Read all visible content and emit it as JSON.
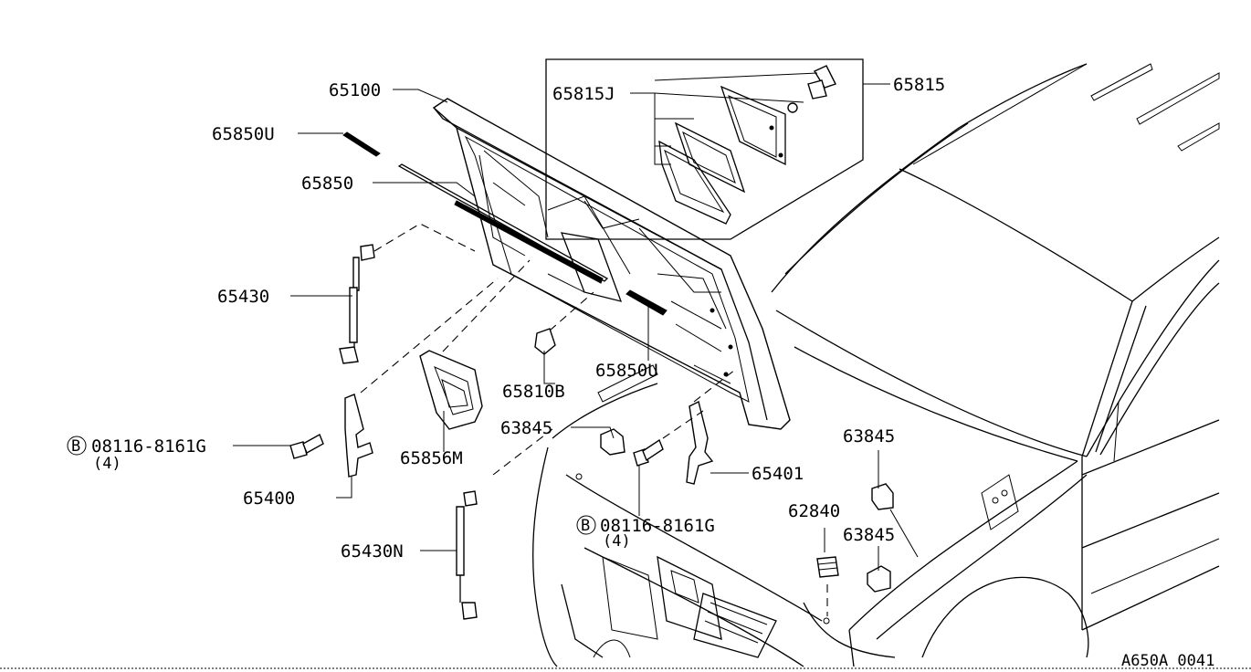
{
  "labels": {
    "p65100": "65100",
    "p65850u_top": "65850U",
    "p65850": "65850",
    "p65430": "65430",
    "p65815j": "65815J",
    "p65815": "65815",
    "p65810b": "65810B",
    "p65850u_mid": "65850U",
    "p63845_a": "63845",
    "p63845_b": "63845",
    "p63845_c": "63845",
    "p65856m": "65856M",
    "p65401": "65401",
    "p65400": "65400",
    "p65430n": "65430N",
    "p62840": "62840",
    "bolt_left": "08116-8161G",
    "bolt_left_qty": "(4)",
    "bolt_right": "08116-8161G",
    "bolt_right_qty": "(4)",
    "bolt_marker": "B",
    "footer_code": "A650A 0041"
  }
}
